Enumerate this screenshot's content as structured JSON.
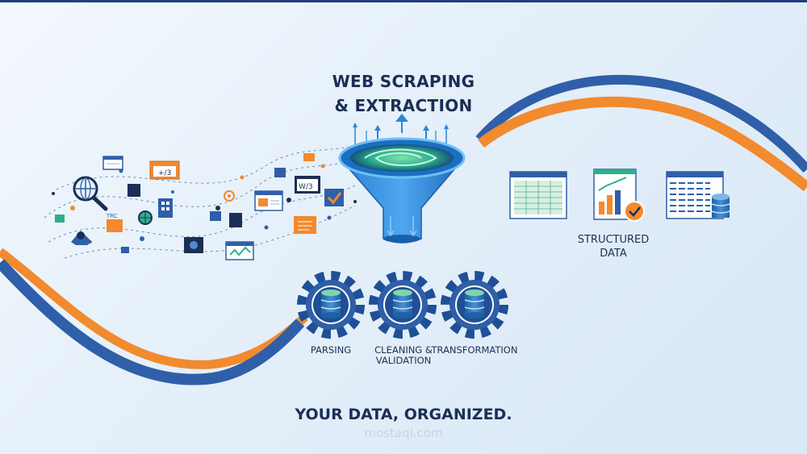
{
  "heading": {
    "line1": "WEB SCRAPING",
    "line2": "& EXTRACTION"
  },
  "steps": [
    {
      "line1": "PARSING",
      "line2": ""
    },
    {
      "line1": "CLEANING &",
      "line2": "VALIDATION"
    },
    {
      "line1": "TRANSFORMATION",
      "line2": ""
    }
  ],
  "output": {
    "line1": "STRUCTURED",
    "line2": "DATA"
  },
  "floating_labels": {
    "a": "+/3",
    "b": "W/3",
    "c": "TRC"
  },
  "tagline": "YOUR DATA, ORGANIZED.",
  "watermark": "mostaql.com",
  "colors": {
    "navy": "#1c2e55",
    "blue": "#2f5fa8",
    "orange": "#f28a2e",
    "funnel": "#2a86d6"
  }
}
